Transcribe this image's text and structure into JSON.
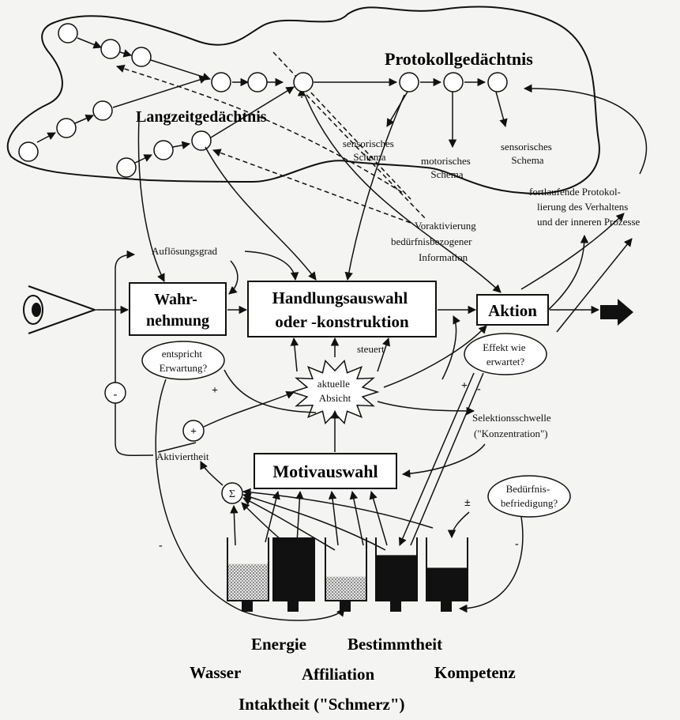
{
  "memory": {
    "protocol": "Protokollgedächtnis",
    "longterm": "Langzeitgedächtnis",
    "schema1": [
      "sensorisches",
      "Schema"
    ],
    "schema2": [
      "motorisches",
      "Schema"
    ],
    "schema3": [
      "sensorisches",
      "Schema"
    ]
  },
  "protocol_note": [
    "fortlaufende Protokol-",
    "lierung des Verhaltens",
    "und der inneren Prozesse"
  ],
  "preactivation": [
    "Voraktivierung",
    "bedürfnisbezogener",
    "Information"
  ],
  "resolution": "Auflösungsgrad",
  "boxes": {
    "perception": [
      "Wahr-",
      "nehmung"
    ],
    "selection": [
      "Handlungsauswahl",
      "oder -konstruktion"
    ],
    "action": "Aktion",
    "motive": "Motivauswahl"
  },
  "ellipses": {
    "expectation": [
      "entspricht",
      "Erwartung?"
    ],
    "effect": [
      "Effekt wie",
      "erwartet?"
    ],
    "satisfaction": [
      "Bedürfnis-",
      "befriedigung?"
    ]
  },
  "intention": [
    "aktuelle",
    "Absicht"
  ],
  "controls": "steuert",
  "threshold": [
    "Selektionsschwelle",
    "(\"Konzentration\")"
  ],
  "activation": "Aktiviertheit",
  "symbols": {
    "sum": "Σ",
    "plus": "+",
    "minus": "-",
    "plusminus": "±"
  },
  "needs": {
    "energy": "Energie",
    "determinacy": "Bestimmtheit",
    "water": "Wasser",
    "affiliation": "Affiliation",
    "competence": "Kompetenz",
    "integrity": "Intaktheit (\"Schmerz\")"
  },
  "tank_levels": [
    0.58,
    1.0,
    0.38,
    0.72,
    0.52
  ]
}
